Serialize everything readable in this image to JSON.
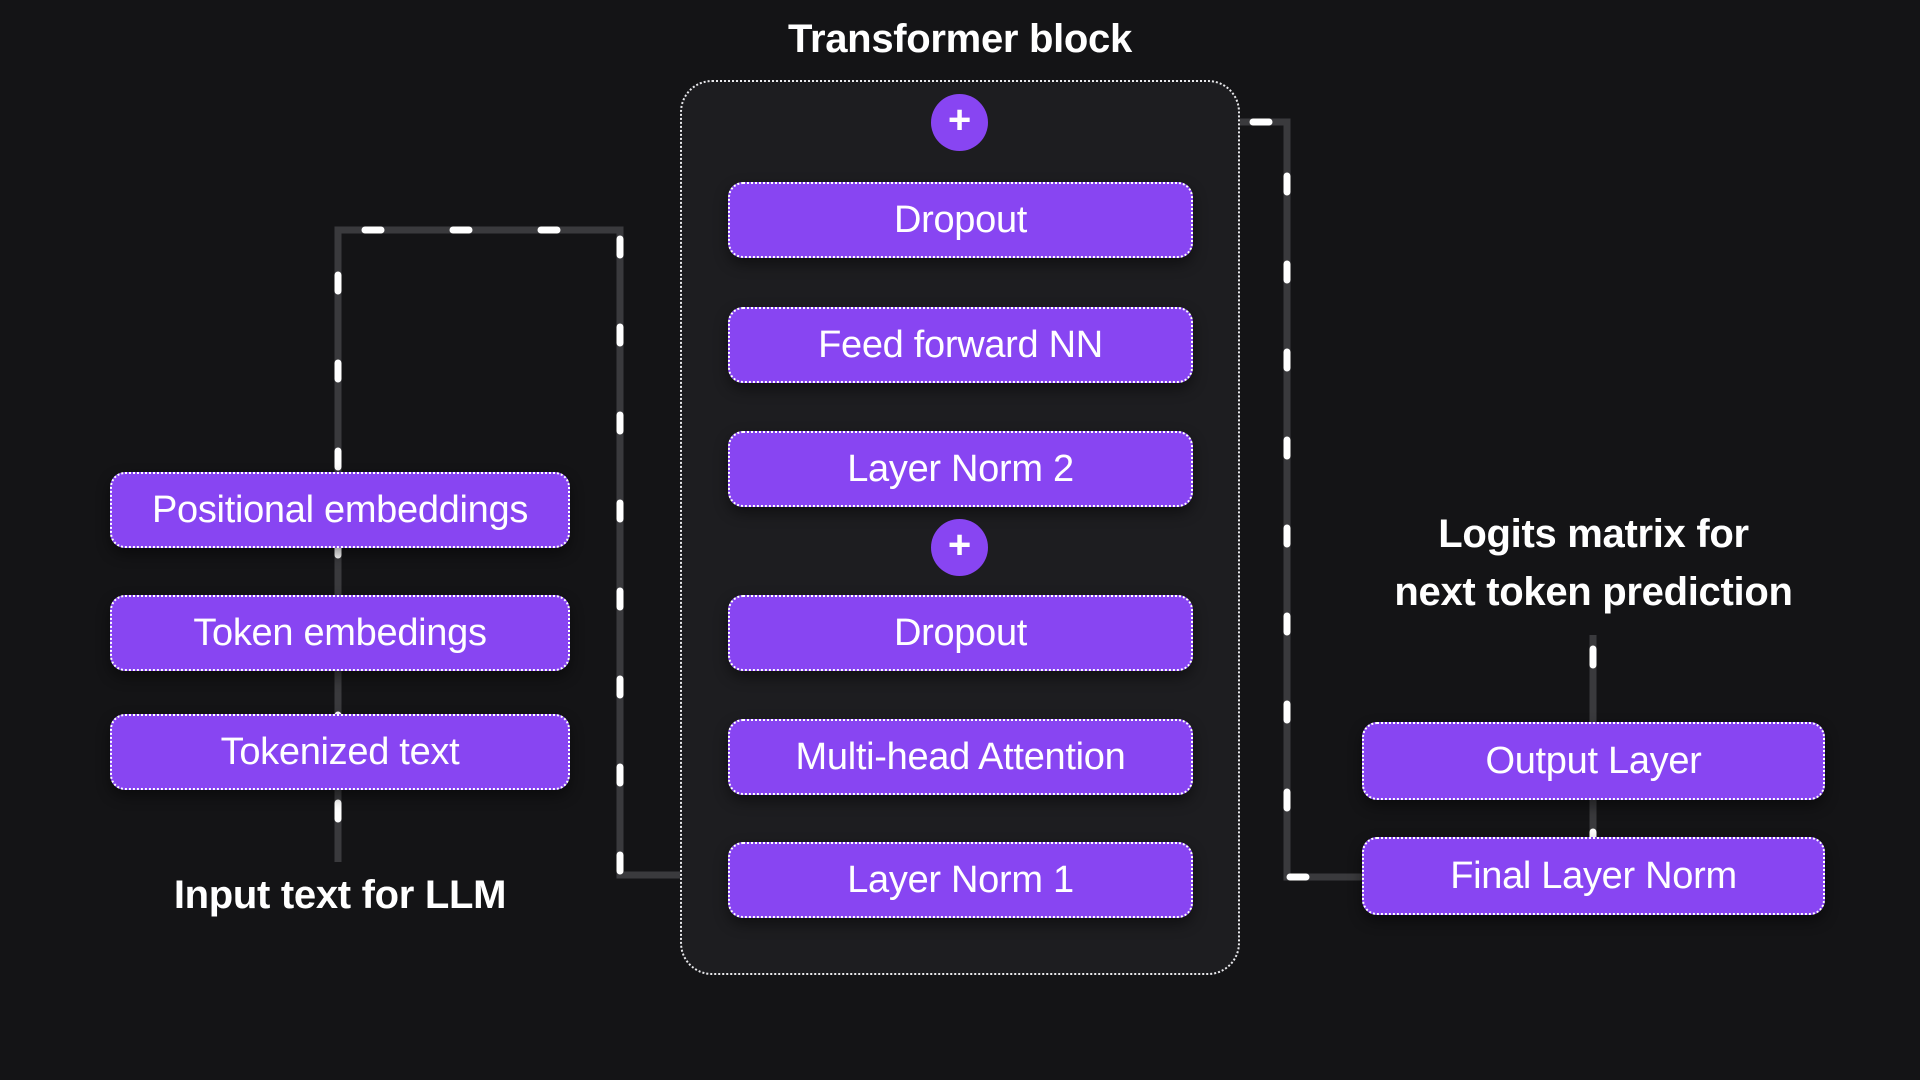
{
  "diagram": {
    "title": "Transformer block",
    "plus_symbol": "+",
    "transformer_block": {
      "layers_top_to_bottom": [
        "Dropout",
        "Feed forward NN",
        "Layer Norm 2",
        "Dropout",
        "Multi-head Attention",
        "Layer Norm 1"
      ]
    },
    "input_column": {
      "boxes": [
        "Positional embeddings",
        "Token embedings",
        "Tokenized text"
      ],
      "caption": "Input text for LLM"
    },
    "output_column": {
      "caption_lines": [
        "Logits matrix for",
        "next token prediction"
      ],
      "boxes": [
        "Output Layer",
        "Final Layer Norm"
      ]
    },
    "colors": {
      "background": "#141416",
      "panel_background": "#1D1D20",
      "box_purple": "#8845F2",
      "connector_gray": "#3A3A3D",
      "dash_white": "#FFFFFF",
      "border_dotted": "#FFFFFF",
      "text": "#FFFFFF"
    }
  }
}
